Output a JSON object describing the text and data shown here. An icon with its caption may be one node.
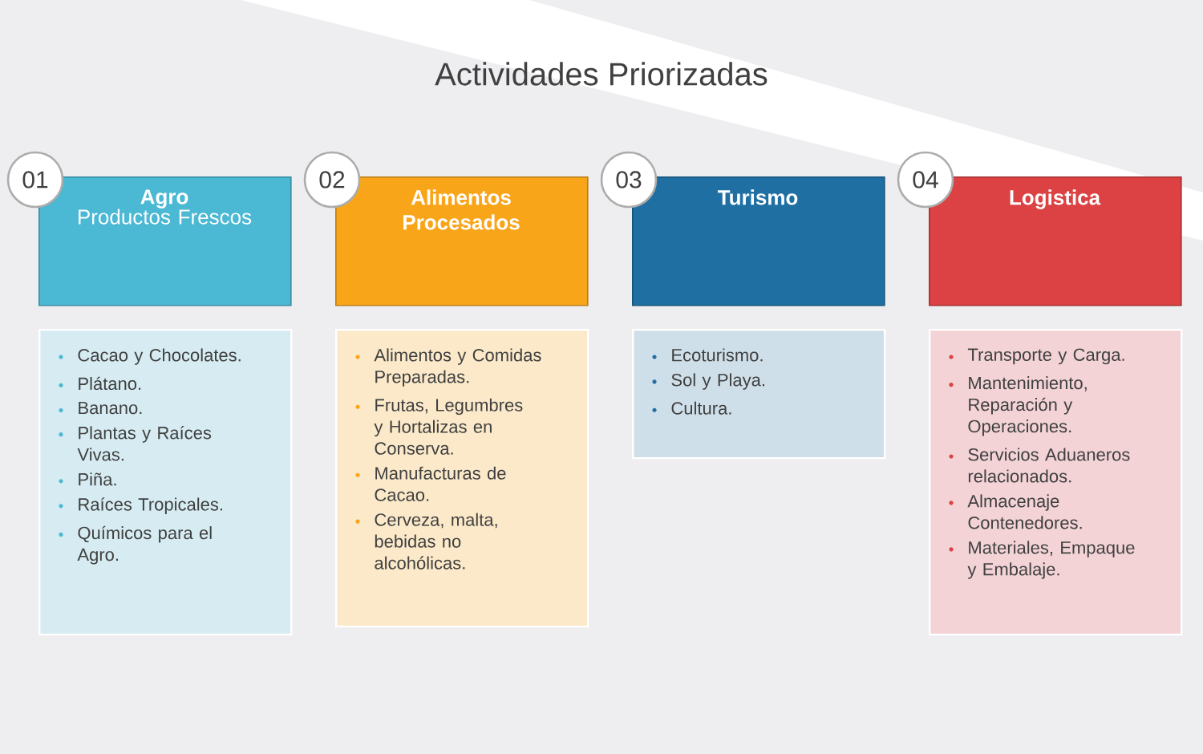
{
  "diagram": {
    "title": "Actividades Priorizadas",
    "nodes": [
      {
        "text": [
          "01"
        ]
      },
      {
        "text": [
          "Agro",
          "Productos Frescos"
        ]
      },
      {
        "text": [
          "Cacao y Chocolates.",
          "Plátano.",
          "Banano.",
          "Plantas y Raíces Vivas.",
          "Piña.",
          "Raíces Tropicales.",
          "Químicos para el Agro."
        ]
      },
      {
        "text": [
          "02"
        ]
      },
      {
        "text": [
          "Alimentos Procesados"
        ]
      },
      {
        "text": [
          "Alimentos y Comidas Preparadas.",
          "Frutas, Legumbres y Hortalizas en Conserva.",
          "Manufacturas de Cacao.",
          "Cerveza, malta, bebidas no alcohólicas."
        ]
      },
      {
        "text": [
          "03"
        ]
      },
      {
        "text": [
          "Turismo"
        ]
      },
      {
        "text": [
          "Ecoturismo.",
          "Sol y Playa.",
          "Cultura."
        ]
      },
      {
        "text": [
          "04"
        ]
      },
      {
        "text": [
          "Logistica"
        ]
      },
      {
        "text": [
          "Transporte y Carga.",
          "Mantenimiento, Reparación y Operaciones.",
          "Servicios Aduaneros relacionados.",
          "Almacenaje Contenedores.",
          "Materiales, Empaque y Embalaje."
        ]
      }
    ]
  }
}
